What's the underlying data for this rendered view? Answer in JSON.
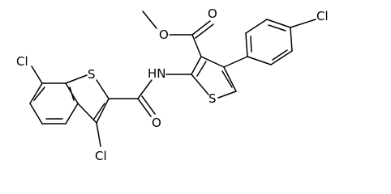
{
  "molecule": {
    "atoms": [
      {
        "id": "s_bt",
        "label": "S"
      },
      {
        "id": "cl_bt6",
        "label": "Cl"
      },
      {
        "id": "cl_bt3",
        "label": "Cl"
      },
      {
        "id": "o_amide",
        "label": "O"
      },
      {
        "id": "nh",
        "label": "HN"
      },
      {
        "id": "s_th",
        "label": "S"
      },
      {
        "id": "o_ester_carbonyl",
        "label": "O"
      },
      {
        "id": "o_ester",
        "label": "O"
      },
      {
        "id": "cl_ph",
        "label": "Cl"
      }
    ]
  }
}
